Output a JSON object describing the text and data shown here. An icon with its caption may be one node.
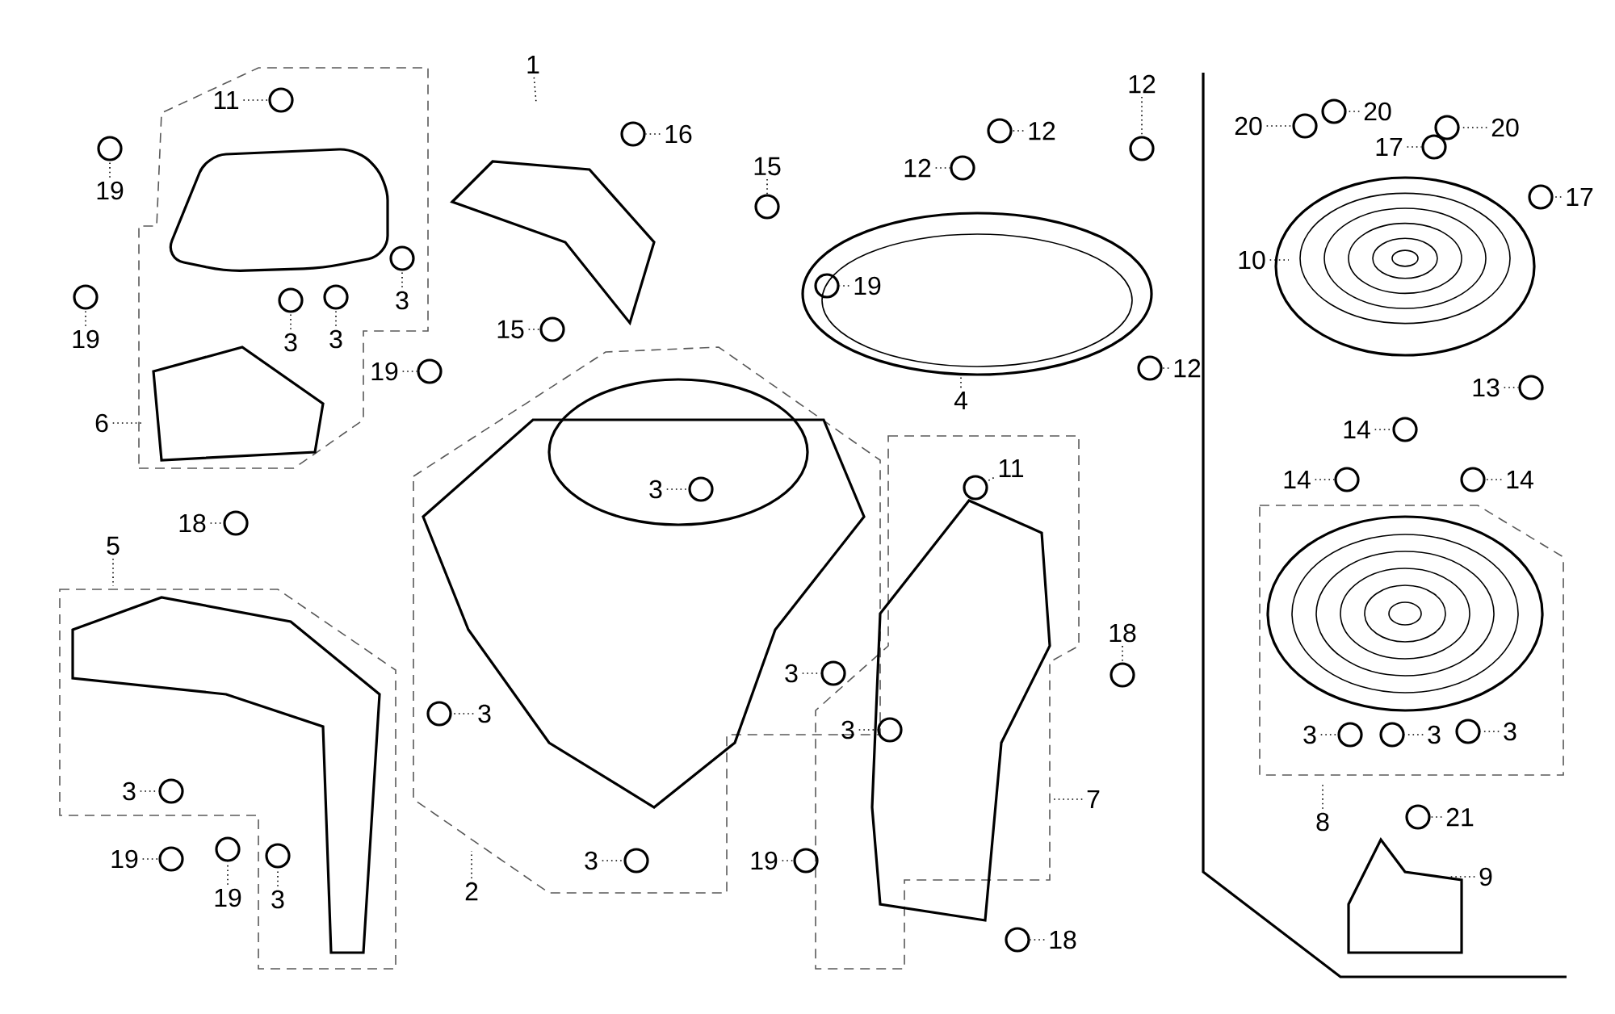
{
  "diagram": {
    "nodes": [
      {
        "text": [
          "11"
        ]
      },
      {
        "text": [
          "1"
        ]
      },
      {
        "text": [
          "16"
        ]
      },
      {
        "text": [
          "12"
        ]
      },
      {
        "text": [
          "12"
        ]
      },
      {
        "text": [
          "12"
        ]
      },
      {
        "text": [
          "19"
        ]
      },
      {
        "text": [
          "15"
        ]
      },
      {
        "text": [
          "20"
        ]
      },
      {
        "text": [
          "20"
        ]
      },
      {
        "text": [
          "20"
        ]
      },
      {
        "text": [
          "17"
        ]
      },
      {
        "text": [
          "17"
        ]
      },
      {
        "text": [
          "15"
        ]
      },
      {
        "text": [
          "19"
        ]
      },
      {
        "text": [
          "3"
        ]
      },
      {
        "text": [
          "10"
        ]
      },
      {
        "text": [
          "3"
        ]
      },
      {
        "text": [
          "3"
        ]
      },
      {
        "text": [
          "19"
        ]
      },
      {
        "text": [
          "19"
        ]
      },
      {
        "text": [
          "4"
        ]
      },
      {
        "text": [
          "12"
        ]
      },
      {
        "text": [
          "13"
        ]
      },
      {
        "text": [
          "3"
        ]
      },
      {
        "text": [
          "11"
        ]
      },
      {
        "text": [
          "14"
        ]
      },
      {
        "text": [
          "6"
        ]
      },
      {
        "text": [
          "14"
        ]
      },
      {
        "text": [
          "14"
        ]
      },
      {
        "text": [
          "18"
        ]
      },
      {
        "text": [
          "5"
        ]
      },
      {
        "text": [
          "3"
        ]
      },
      {
        "text": [
          "3"
        ]
      },
      {
        "text": [
          "18"
        ]
      },
      {
        "text": [
          "3"
        ]
      },
      {
        "text": [
          "7"
        ]
      },
      {
        "text": [
          "3"
        ]
      },
      {
        "text": [
          "3"
        ]
      },
      {
        "text": [
          "3"
        ]
      },
      {
        "text": [
          "3"
        ]
      },
      {
        "text": [
          "2"
        ]
      },
      {
        "text": [
          "19"
        ]
      },
      {
        "text": [
          "19"
        ]
      },
      {
        "text": [
          "3"
        ]
      },
      {
        "text": [
          "3"
        ]
      },
      {
        "text": [
          "19"
        ]
      },
      {
        "text": [
          "8"
        ]
      },
      {
        "text": [
          "21"
        ]
      },
      {
        "text": [
          "9"
        ]
      },
      {
        "text": [
          "18"
        ]
      },
      {
        "text": [],
        "shape": "circle"
      },
      {
        "text": [],
        "shape": "circle"
      },
      {
        "text": [],
        "shape": "circle"
      },
      {
        "text": [],
        "shape": "circle"
      },
      {
        "text": [],
        "shape": "circle"
      },
      {
        "text": [],
        "shape": "circle"
      },
      {
        "text": [],
        "shape": "circle"
      },
      {
        "text": [],
        "shape": "circle"
      },
      {
        "text": [],
        "shape": "circle"
      },
      {
        "text": [],
        "shape": "circle"
      },
      {
        "text": [],
        "shape": "circle"
      },
      {
        "text": [],
        "shape": "circle"
      },
      {
        "text": [],
        "shape": "circle"
      },
      {
        "text": [],
        "shape": "circle"
      },
      {
        "text": [],
        "shape": "circle"
      },
      {
        "text": [],
        "shape": "circle"
      },
      {
        "text": [],
        "shape": "circle"
      },
      {
        "text": [],
        "shape": "circle"
      },
      {
        "text": [],
        "shape": "circle"
      },
      {
        "text": [],
        "shape": "circle"
      },
      {
        "text": [],
        "shape": "circle"
      },
      {
        "text": [],
        "shape": "circle"
      },
      {
        "text": [],
        "shape": "circle"
      },
      {
        "text": [],
        "shape": "circle"
      },
      {
        "text": [],
        "shape": "circle"
      },
      {
        "text": [],
        "shape": "circle"
      },
      {
        "text": [],
        "shape": "circle"
      },
      {
        "text": [],
        "shape": "circle"
      },
      {
        "text": [],
        "shape": "circle"
      },
      {
        "text": [],
        "shape": "circle"
      },
      {
        "text": [],
        "shape": "circle"
      },
      {
        "text": [],
        "shape": "circle"
      },
      {
        "text": [],
        "shape": "circle"
      },
      {
        "text": [],
        "shape": "circle"
      },
      {
        "text": [],
        "shape": "circle"
      },
      {
        "text": [],
        "shape": "circle"
      },
      {
        "text": [],
        "shape": "circle"
      },
      {
        "text": [],
        "shape": "circle"
      },
      {
        "text": [],
        "shape": "circle"
      },
      {
        "text": [],
        "shape": "circle"
      },
      {
        "text": [],
        "shape": "circle"
      },
      {
        "text": [],
        "shape": "circle"
      }
    ],
    "edges": [
      {
        "from": 0,
        "to": 51,
        "arrow": "none"
      },
      {
        "from": 1,
        "to": null,
        "arrow": "none"
      },
      {
        "from": 2,
        "to": 52,
        "arrow": "none"
      },
      {
        "from": 3,
        "to": 53,
        "arrow": "none"
      },
      {
        "from": 4,
        "to": 54,
        "arrow": "none"
      },
      {
        "from": 5,
        "to": 55,
        "arrow": "none"
      },
      {
        "from": 6,
        "to": 56,
        "arrow": "none"
      },
      {
        "from": 7,
        "to": 57,
        "arrow": "none"
      },
      {
        "from": 8,
        "to": 58,
        "arrow": "none"
      },
      {
        "from": 9,
        "to": 59,
        "arrow": "none"
      },
      {
        "from": 10,
        "to": 60,
        "arrow": "none"
      },
      {
        "from": 11,
        "to": 61,
        "arrow": "none"
      },
      {
        "from": 12,
        "to": 62,
        "arrow": "none"
      },
      {
        "from": 13,
        "to": 63,
        "arrow": "none"
      },
      {
        "from": 14,
        "to": 64,
        "arrow": "none"
      },
      {
        "from": 15,
        "to": 65,
        "arrow": "none"
      },
      {
        "from": 16,
        "to": null,
        "arrow": "none"
      },
      {
        "from": 17,
        "to": 66,
        "arrow": "none"
      },
      {
        "from": 18,
        "to": 67,
        "arrow": "none"
      },
      {
        "from": 19,
        "to": 68,
        "arrow": "none"
      },
      {
        "from": 20,
        "to": 69,
        "arrow": "none"
      },
      {
        "from": 21,
        "to": null,
        "arrow": "none"
      },
      {
        "from": 22,
        "to": 70,
        "arrow": "none"
      },
      {
        "from": 23,
        "to": 71,
        "arrow": "none"
      },
      {
        "from": 24,
        "to": 72,
        "arrow": "none"
      },
      {
        "from": 25,
        "to": 73,
        "arrow": "none"
      },
      {
        "from": 26,
        "to": 74,
        "arrow": "none"
      },
      {
        "from": 27,
        "to": null,
        "arrow": "none"
      },
      {
        "from": 28,
        "to": 75,
        "arrow": "none"
      },
      {
        "from": 29,
        "to": 76,
        "arrow": "none"
      },
      {
        "from": 30,
        "to": 77,
        "arrow": "none"
      },
      {
        "from": 31,
        "to": null,
        "arrow": "none"
      },
      {
        "from": 32,
        "to": 78,
        "arrow": "none"
      },
      {
        "from": 33,
        "to": 79,
        "arrow": "none"
      },
      {
        "from": 34,
        "to": 80,
        "arrow": "none"
      },
      {
        "from": 35,
        "to": 81,
        "arrow": "none"
      },
      {
        "from": 36,
        "to": null,
        "arrow": "none"
      },
      {
        "from": 37,
        "to": 82,
        "arrow": "none"
      },
      {
        "from": 38,
        "to": 83,
        "arrow": "none"
      },
      {
        "from": 39,
        "to": 84,
        "arrow": "none"
      },
      {
        "from": 40,
        "to": 85,
        "arrow": "none"
      },
      {
        "from": 41,
        "to": null,
        "arrow": "none"
      },
      {
        "from": 42,
        "to": 86,
        "arrow": "none"
      },
      {
        "from": 43,
        "to": 87,
        "arrow": "none"
      },
      {
        "from": 44,
        "to": 88,
        "arrow": "none"
      },
      {
        "from": 45,
        "to": 89,
        "arrow": "none"
      },
      {
        "from": 46,
        "to": 90,
        "arrow": "none"
      },
      {
        "from": 47,
        "to": null,
        "arrow": "none"
      },
      {
        "from": 48,
        "to": 91,
        "arrow": "none"
      },
      {
        "from": 49,
        "to": null,
        "arrow": "none"
      },
      {
        "from": 50,
        "to": 92,
        "arrow": "none"
      }
    ]
  }
}
